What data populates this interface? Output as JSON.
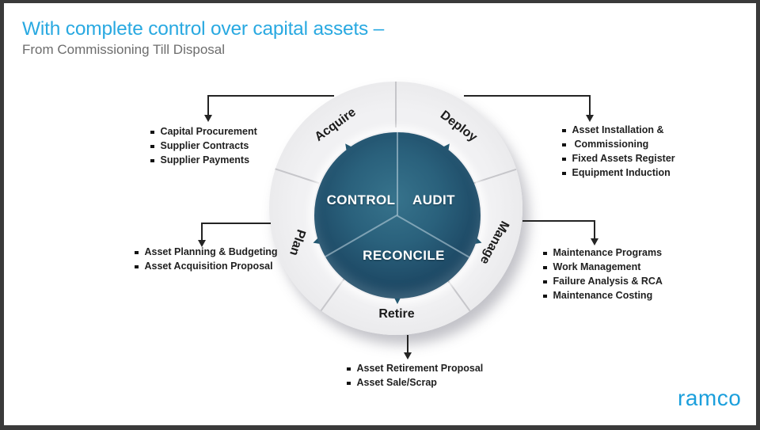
{
  "header": {
    "title": "With complete control over capital assets –",
    "subtitle": "From Commissioning Till Disposal"
  },
  "footer": {
    "logo_text": "ramco"
  },
  "colors": {
    "accent_blue": "#29A9E1",
    "logo_blue": "#1B9FDC",
    "sphere_center": "#33708a",
    "sphere_edge": "#142e45",
    "ring_fill": "#eaeaec",
    "connector_black": "#242424",
    "text_dark": "#1f1f1f"
  },
  "cycle": {
    "ring_segments": [
      {
        "label": "Acquire"
      },
      {
        "label": "Deploy"
      },
      {
        "label": "Manage"
      },
      {
        "label": "Retire"
      },
      {
        "label": "Plan"
      }
    ],
    "core_labels": [
      {
        "label": "CONTROL"
      },
      {
        "label": "AUDIT"
      },
      {
        "label": "RECONCILE"
      }
    ]
  },
  "callouts": {
    "acquire": {
      "items": [
        "Capital Procurement",
        "Supplier Contracts",
        "Supplier Payments"
      ]
    },
    "deploy": {
      "items": [
        "Asset Installation &",
        "Commissioning",
        "Fixed Assets Register",
        "Equipment Induction"
      ]
    },
    "plan": {
      "items": [
        "Asset Planning & Budgeting",
        "Asset Acquisition Proposal"
      ]
    },
    "manage": {
      "items": [
        "Maintenance Programs",
        "Work Management",
        "Failure Analysis & RCA",
        "Maintenance Costing"
      ]
    },
    "retire": {
      "items": [
        "Asset Retirement Proposal",
        "Asset Sale/Scrap"
      ]
    }
  }
}
